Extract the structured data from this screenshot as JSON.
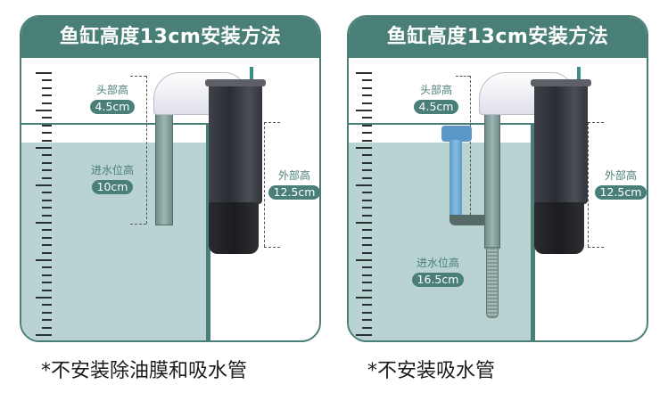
{
  "panels": [
    {
      "id": "left",
      "title": "鱼缸高度13cm安装方法",
      "labels": {
        "head_height": {
          "title": "头部高",
          "value": "4.5cm"
        },
        "intake_height": {
          "title": "进水位高",
          "value": "10cm"
        },
        "outer_height": {
          "title": "外部高",
          "value": "12.5cm"
        }
      },
      "caption": "*不安装除油膜和吸水管"
    },
    {
      "id": "right",
      "title": "鱼缸高度13cm安装方法",
      "labels": {
        "head_height": {
          "title": "头部高",
          "value": "4.5cm"
        },
        "intake_height": {
          "title": "进水位高",
          "value": "16.5cm"
        },
        "outer_height": {
          "title": "外部高",
          "value": "12.5cm"
        }
      },
      "caption": "*不安装吸水管"
    }
  ],
  "colors": {
    "accent": "#4a7f77",
    "water": "#b8d3d1",
    "device_dark": "#2a2d33",
    "surface_skimmer": "#5a96c6"
  }
}
